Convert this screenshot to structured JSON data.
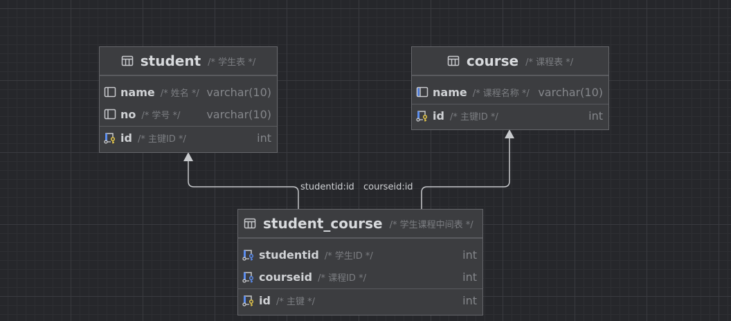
{
  "tables": {
    "student": {
      "name": "student",
      "comment": "/* 学生表 */",
      "columns": [
        {
          "name": "name",
          "comment": "/* 姓名 */",
          "type": "varchar(10)",
          "icon": "column-icon"
        },
        {
          "name": "no",
          "comment": "/* 学号 */",
          "type": "varchar(10)",
          "icon": "column-icon"
        },
        {
          "name": "id",
          "comment": "/* 主键ID */",
          "type": "int",
          "icon": "primary-key-icon"
        }
      ]
    },
    "course": {
      "name": "course",
      "comment": "/* 课程表 */",
      "columns": [
        {
          "name": "name",
          "comment": "/* 课程名称 */",
          "type": "varchar(10)",
          "icon": "indexed-column-icon"
        },
        {
          "name": "id",
          "comment": "/* 主键ID */",
          "type": "int",
          "icon": "primary-key-icon"
        }
      ]
    },
    "student_course": {
      "name": "student_course",
      "comment": "/* 学生课程中间表 */",
      "columns": [
        {
          "name": "studentid",
          "comment": "/* 学生ID */",
          "type": "int",
          "icon": "foreign-key-icon"
        },
        {
          "name": "courseid",
          "comment": "/* 课程ID */",
          "type": "int",
          "icon": "foreign-key-icon"
        },
        {
          "name": "id",
          "comment": "/* 主键 */",
          "type": "int",
          "icon": "primary-key-icon"
        }
      ]
    }
  },
  "links": [
    {
      "label": "studentid:id"
    },
    {
      "label": "courseid:id"
    }
  ],
  "colors": {
    "primary_key": "#e6c84a",
    "foreign_key": "#5b8def",
    "index": "#4a78d8"
  }
}
